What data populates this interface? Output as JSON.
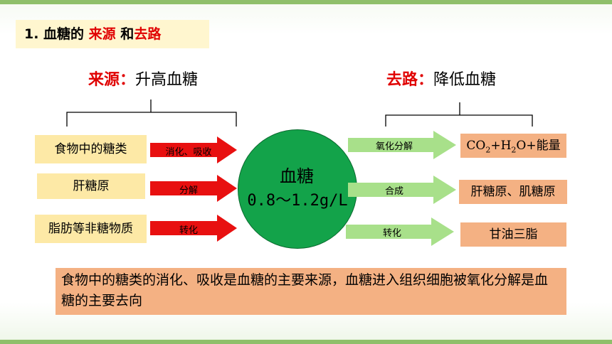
{
  "title": {
    "prefix": "1. 血糖的 ",
    "source_word": "来源",
    "middle": " 和",
    "sink_word": "去路"
  },
  "left_heading": {
    "keyword": "来源：",
    "text": "升高血糖"
  },
  "right_heading": {
    "keyword": "去路：",
    "text": "降低血糖"
  },
  "sources": [
    {
      "label": "食物中的糖类",
      "arrow": "消化、吸收"
    },
    {
      "label": "肝糖原",
      "arrow": "分解"
    },
    {
      "label": "脂肪等非糖物质",
      "arrow": "转化"
    }
  ],
  "center": {
    "title": "血糖",
    "range": "0.8～1.2g/L"
  },
  "sinks": [
    {
      "arrow": "氧化分解",
      "label_main": "CO",
      "sub1": "2",
      "mid": "+H",
      "sub2": "2",
      "tail": "O+能量"
    },
    {
      "arrow": "合成",
      "label": "肝糖原、肌糖原"
    },
    {
      "arrow": "转化",
      "label": "甘油三脂"
    }
  ],
  "summary": "食物中的糖类的消化、吸收是血糖的主要来源，血糖进入组织细胞被氧化分解是血糖的主要去向",
  "colors": {
    "source_box": "#fde9a6",
    "sink_box": "#f4b183",
    "left_arrow": "#e81010",
    "right_arrow": "#a8e08a",
    "circle": "#13a34a",
    "title_box": "#fff6cf",
    "accent": "#e00000"
  }
}
